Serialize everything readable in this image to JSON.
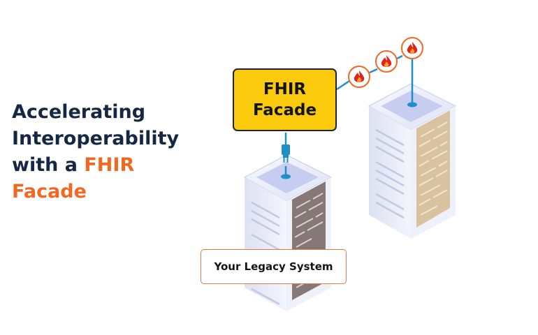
{
  "headline": {
    "line1": "Accelerating",
    "line2": "Interoperability",
    "line3_prefix": "with a ",
    "line3_accent": "FHIR",
    "line4_accent": "Facade"
  },
  "facade_label": {
    "line1": "FHIR",
    "line2": "Facade"
  },
  "legacy_label": "Your Legacy System",
  "icons": [
    "fire-icon",
    "fire-icon",
    "fire-icon",
    "plug-icon"
  ],
  "colors": {
    "headline_text": "#142844",
    "accent": "#f26822",
    "facade_box": "#fcca0c",
    "connector": "#1f8fc8",
    "server_body": "#e6eaf8",
    "legacy_panel": "#857876",
    "fhir_panel": "#d9c2a0"
  }
}
